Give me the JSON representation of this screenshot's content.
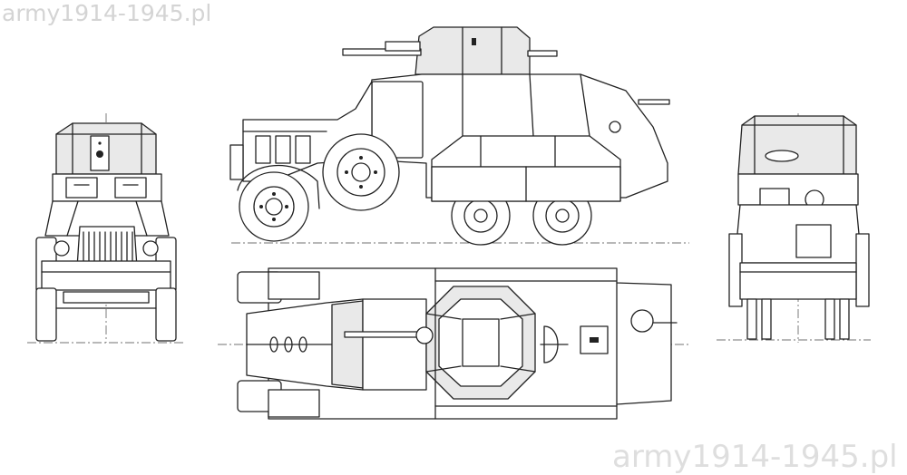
{
  "watermark": {
    "top": "army1914-1945.pl",
    "bottom": "army1914-1945.pl"
  },
  "views": {
    "front": "front-view",
    "side": "side-view",
    "rear": "rear-view",
    "top": "top-view"
  }
}
